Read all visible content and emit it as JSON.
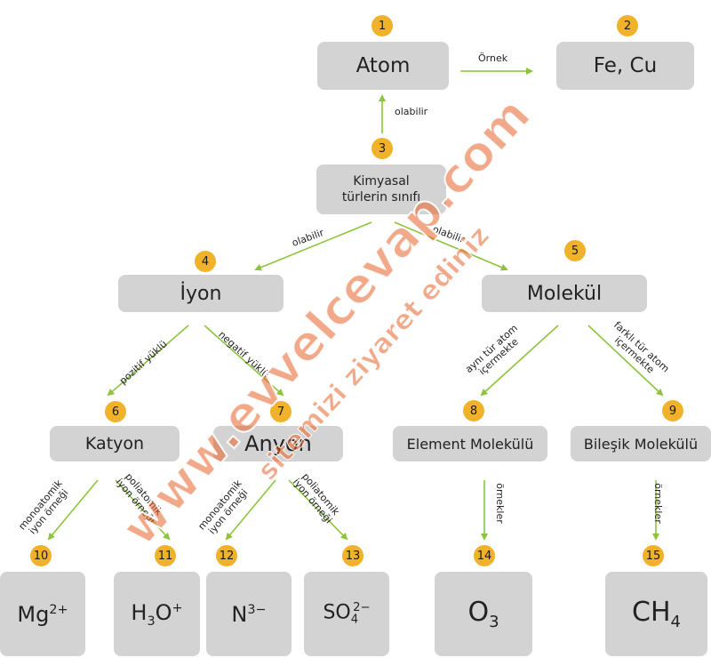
{
  "nodes": {
    "atom": "Atom",
    "fecu": "Fe, Cu",
    "kimyasal_1": "Kimyasal",
    "kimyasal_2": "türlerin sınıfı",
    "iyon": "İyon",
    "molekul": "Molekül",
    "katyon": "Katyon",
    "anyon": "Anyon",
    "element_molekulu": "Element Molekülü",
    "bilesik_molekulu": "Bileşik Molekülü",
    "mg": "Mg",
    "mg_sup": "2+",
    "h3o_h": "H",
    "h3o_sub": "3",
    "h3o_o": "O",
    "h3o_sup": "+",
    "n": "N",
    "n_sup": "3−",
    "so4_so": "SO",
    "so4_sub": "4",
    "so4_sup": "2−",
    "o3_o": "O",
    "o3_sub": "3",
    "ch4_ch": "CH",
    "ch4_sub": "4"
  },
  "badges": [
    "1",
    "2",
    "3",
    "4",
    "5",
    "6",
    "7",
    "8",
    "9",
    "10",
    "11",
    "12",
    "13",
    "14",
    "15"
  ],
  "edge_labels": {
    "ornek": "Örnek",
    "olabilir_up": "olabilir",
    "olabilir_left": "olabilir",
    "olabilir_right": "olabilir",
    "pozitif": "pozitif yüklü",
    "negatif": "negatif yüklü",
    "ayni_1": "aynı tür atom",
    "ayni_2": "içermekte",
    "farkli_1": "farklı tür atom",
    "farkli_2": "içermekte",
    "mono1_1": "monoatomik",
    "mono1_2": "iyon örneği",
    "poli1_1": "poliatomik",
    "poli1_2": "iyon örneği",
    "mono2_1": "monoatomik",
    "mono2_2": "iyon örneği",
    "poli2_1": "poliatomik",
    "poli2_2": "iyon örneği",
    "ornekler_1": "örnekler",
    "ornekler_2": "örnekler"
  },
  "watermark": {
    "main": "www.evvelcevap.com",
    "sub": "sitemizi ziyaret ediniz"
  },
  "colors": {
    "box": "#d3d3d3",
    "badge": "#f1b22b",
    "arrow": "#8cc43c",
    "watermark": "#e8622a"
  }
}
